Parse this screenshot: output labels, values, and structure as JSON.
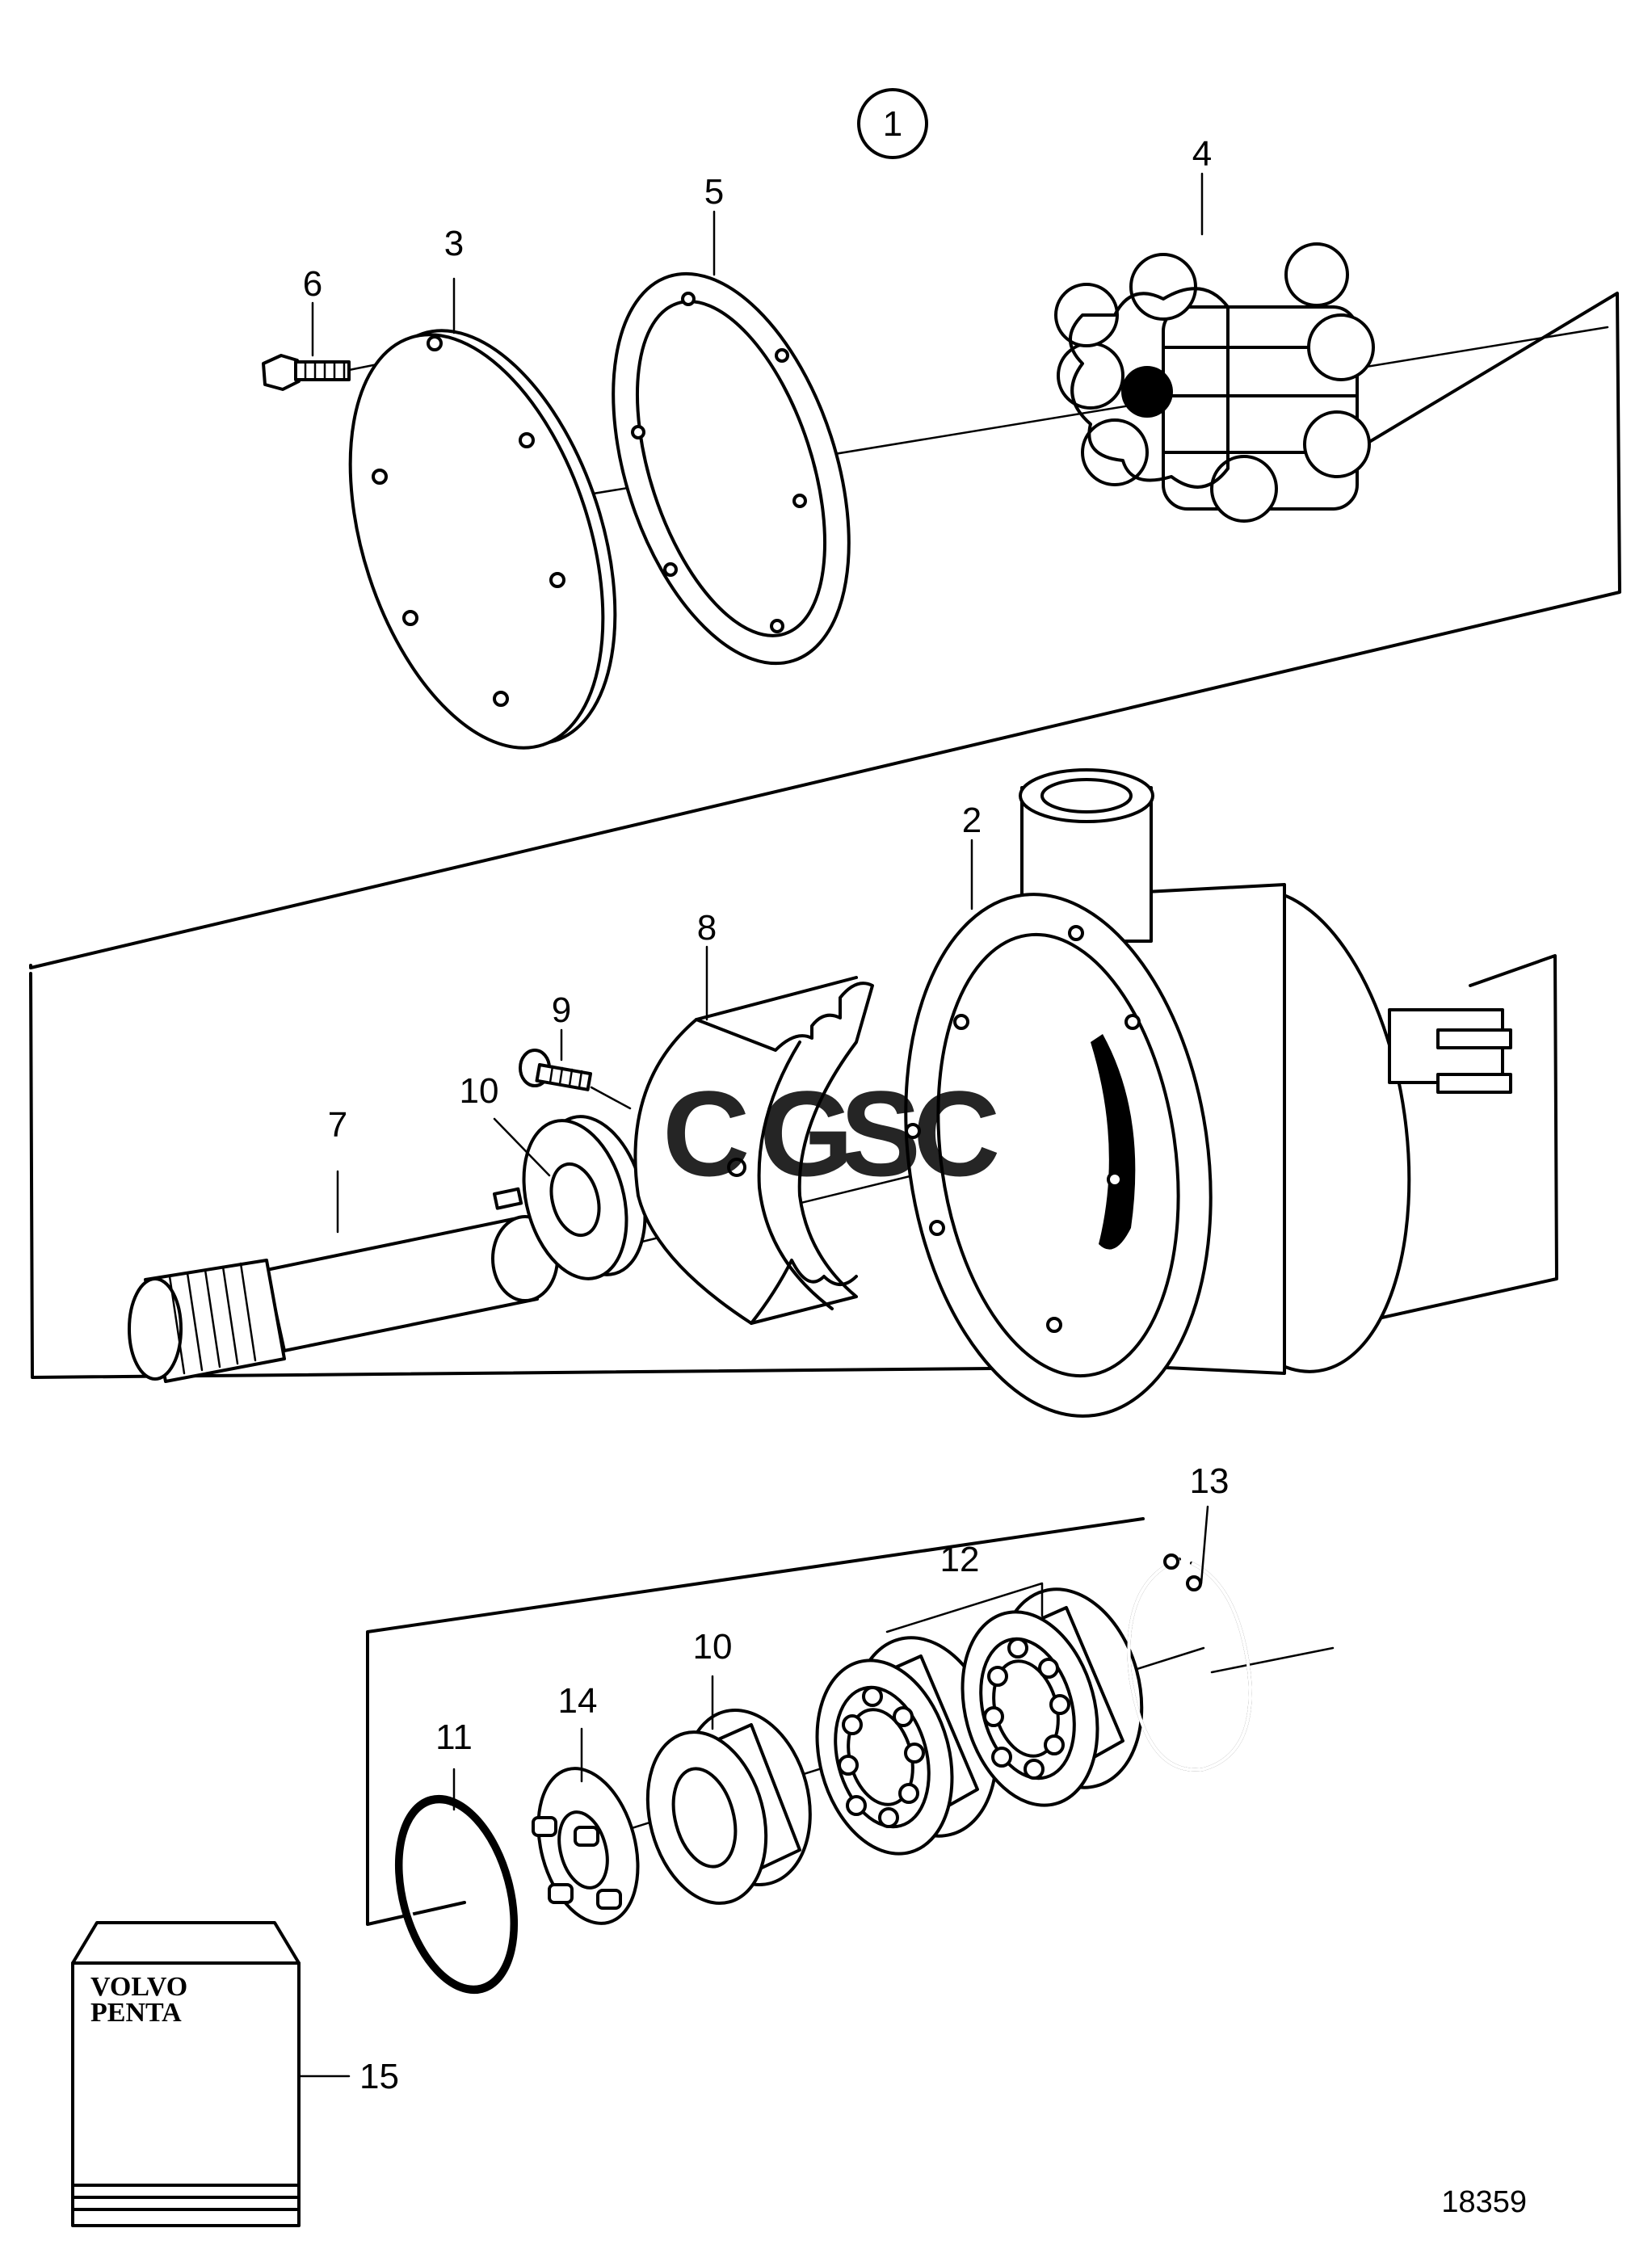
{
  "diagram": {
    "group_marker": "1",
    "drawing_number": "18359",
    "watermark_text": "CGSC",
    "watermark_colors": [
      "#4a86e8",
      "#e06666",
      "#f1c232",
      "#6aa84f"
    ],
    "manual_brand_line1": "VOLVO",
    "manual_brand_line2": "PENTA",
    "callouts": [
      {
        "key": "c1",
        "text": "3"
      },
      {
        "key": "c2",
        "text": "5"
      },
      {
        "key": "c3",
        "text": "4"
      },
      {
        "key": "c4",
        "text": "6"
      },
      {
        "key": "c5",
        "text": "2"
      },
      {
        "key": "c6",
        "text": "8"
      },
      {
        "key": "c7",
        "text": "9"
      },
      {
        "key": "c8",
        "text": "10"
      },
      {
        "key": "c9",
        "text": "7"
      },
      {
        "key": "c10",
        "text": "13"
      },
      {
        "key": "c11",
        "text": "12"
      },
      {
        "key": "c12",
        "text": "10"
      },
      {
        "key": "c13",
        "text": "14"
      },
      {
        "key": "c14",
        "text": "11"
      },
      {
        "key": "c15",
        "text": "15"
      }
    ]
  }
}
